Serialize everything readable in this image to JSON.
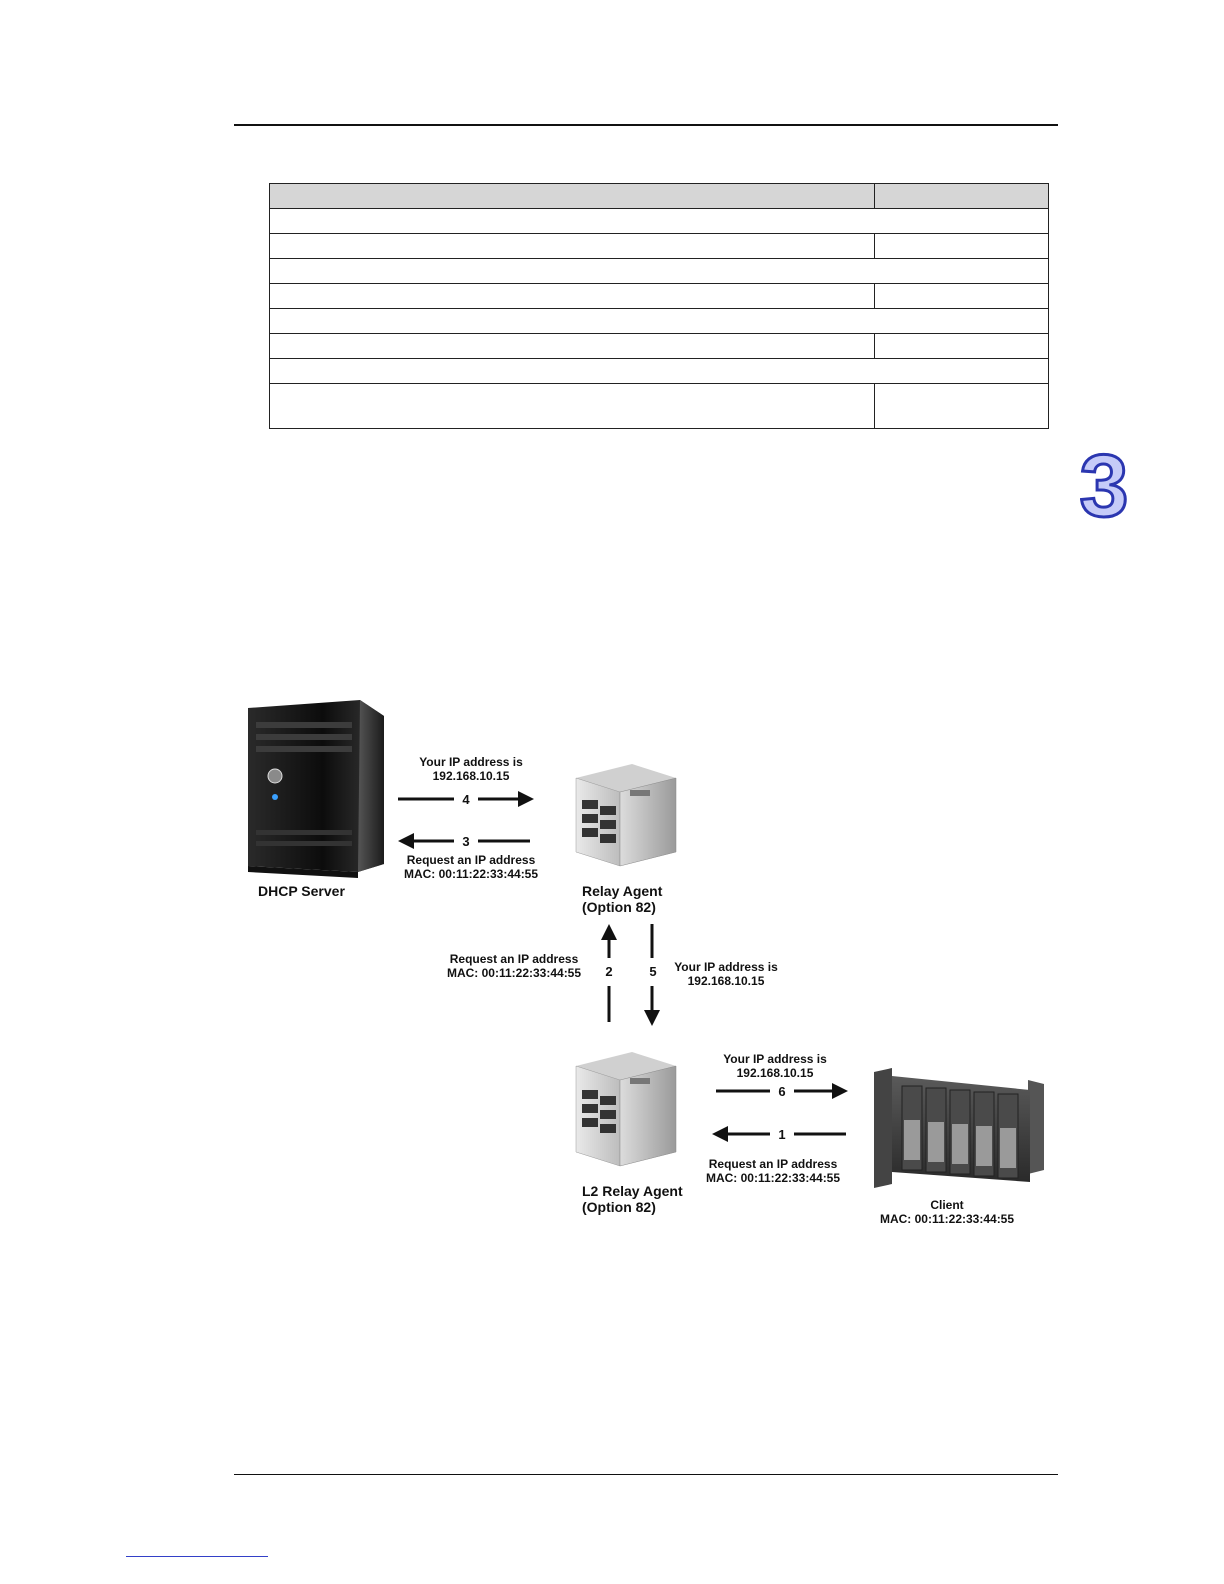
{
  "diagram": {
    "dhcp_server": {
      "label": "DHCP Server"
    },
    "relay_agent": {
      "label_line1": "Relay Agent",
      "label_line2": "(Option 82)"
    },
    "l2_relay_agent": {
      "label_line1": "L2 Relay Agent",
      "label_line2": "(Option 82)"
    },
    "client": {
      "label_line1": "Client",
      "label_line2": "MAC: 00:11:22:33:44:55"
    },
    "steps": [
      {
        "num": "1",
        "line1": "Request an IP address",
        "line2": "MAC: 00:11:22:33:44:55"
      },
      {
        "num": "2",
        "line1": "Request an IP address",
        "line2": "MAC: 00:11:22:33:44:55"
      },
      {
        "num": "3",
        "line1": "Request an IP address",
        "line2": "MAC: 00:11:22:33:44:55"
      },
      {
        "num": "4",
        "line1": "Your IP address is",
        "line2": "192.168.10.15"
      },
      {
        "num": "5",
        "line1": "Your IP address is",
        "line2": "192.168.10.15"
      },
      {
        "num": "6",
        "line1": "Your IP address is",
        "line2": "192.168.10.15"
      }
    ]
  },
  "chapter": {
    "number": "3",
    "color": "#7f86e6"
  }
}
